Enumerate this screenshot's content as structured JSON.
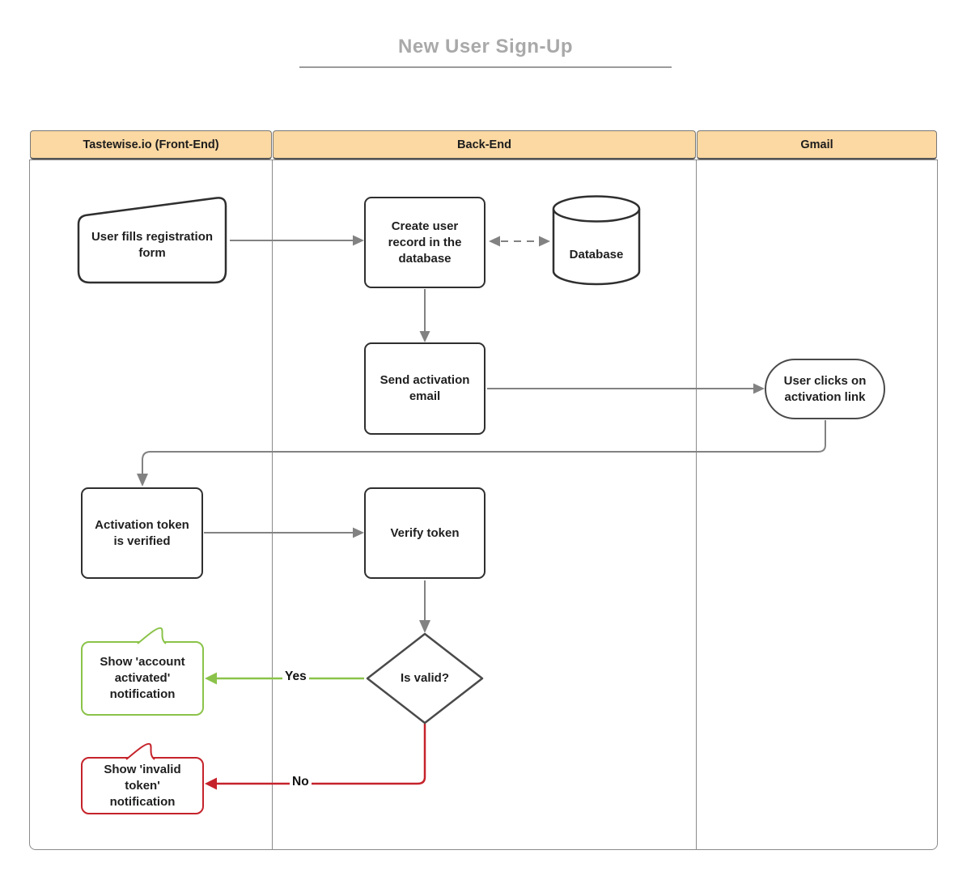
{
  "title": "New User Sign-Up",
  "lanes": [
    {
      "label": "Tastewise.io (Front-End)"
    },
    {
      "label": "Back-End"
    },
    {
      "label": "Gmail"
    }
  ],
  "nodes": {
    "registration": {
      "label": "User fills registration form",
      "shape": "manual-input",
      "lane": "Tastewise.io (Front-End)"
    },
    "create_user": {
      "label": "Create user record in the database",
      "shape": "rounded-rect",
      "lane": "Back-End"
    },
    "database": {
      "label": "Database",
      "shape": "cylinder",
      "lane": "Back-End"
    },
    "send_email": {
      "label": "Send activation email",
      "shape": "rounded-rect",
      "lane": "Back-End"
    },
    "click_link": {
      "label": "User clicks on activation link",
      "shape": "stadium",
      "lane": "Gmail"
    },
    "token_verified": {
      "label": "Activation token is verified",
      "shape": "rounded-rect",
      "lane": "Tastewise.io (Front-End)"
    },
    "verify_token": {
      "label": "Verify token",
      "shape": "rounded-rect",
      "lane": "Back-End"
    },
    "is_valid": {
      "label": "Is valid?",
      "shape": "diamond",
      "lane": "Back-End"
    },
    "account_activated": {
      "label": "Show 'account activated' notification",
      "shape": "callout",
      "lane": "Tastewise.io (Front-End)"
    },
    "invalid_token": {
      "label": "Show 'invalid token' notification",
      "shape": "callout",
      "lane": "Tastewise.io (Front-End)"
    }
  },
  "edges": {
    "yes_label": "Yes",
    "no_label": "No"
  },
  "colors": {
    "title": "#A9A9A9",
    "lane-bg": "#FCD8A2",
    "lane-border": "#8a8a8a",
    "dark": "#2f2f2f",
    "mid": "#4a4a4a",
    "gray": "#828282",
    "green": "#8BC34A",
    "red": "#C5232B",
    "text": "#1f1f1f"
  }
}
